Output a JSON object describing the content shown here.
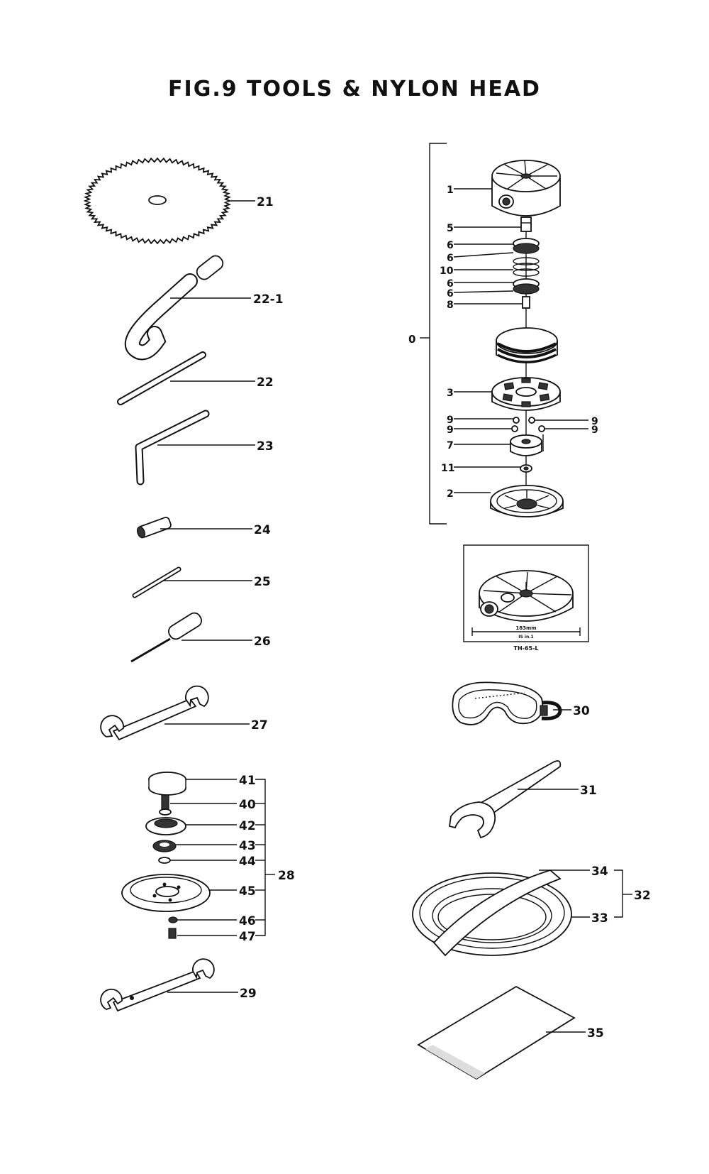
{
  "title": "FIG.9  TOOLS & NYLON HEAD",
  "colors": {
    "ink": "#111111",
    "paper": "#ffffff"
  },
  "callouts": {
    "c21": "21",
    "c22_1": "22-1",
    "c22": "22",
    "c23": "23",
    "c24": "24",
    "c25": "25",
    "c26": "26",
    "c27": "27",
    "c41": "41",
    "c40": "40",
    "c42": "42",
    "c43": "43",
    "c44": "44",
    "c28": "28",
    "c45": "45",
    "c46": "46",
    "c47": "47",
    "c29": "29",
    "c1": "1",
    "c5": "5",
    "c6a": "6",
    "c6b": "6",
    "c10": "10",
    "c6c": "6",
    "c6d": "6",
    "c8": "8",
    "c0": "0",
    "c3": "3",
    "c9a": "9",
    "c9b": "9",
    "c9c": "9",
    "c9d": "9",
    "c7": "7",
    "c11": "11",
    "c2": "2",
    "c30": "30",
    "c31": "31",
    "c34": "34",
    "c32": "32",
    "c33": "33",
    "c35": "35"
  },
  "inset": {
    "dimension": "183mm",
    "dimension_sub": "IS in.1",
    "model": "TH-65-L"
  }
}
